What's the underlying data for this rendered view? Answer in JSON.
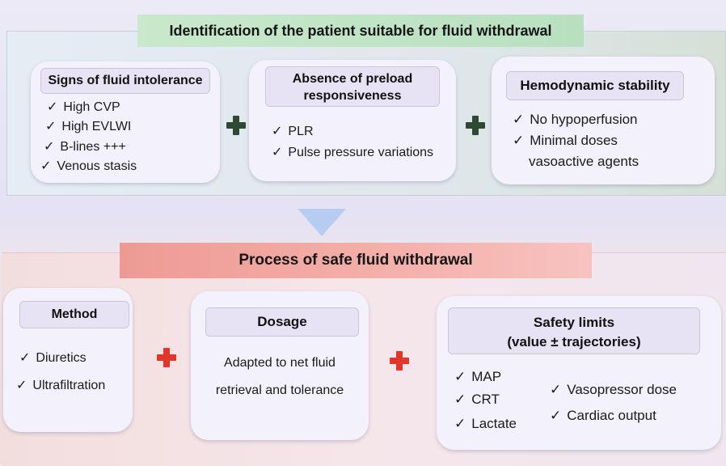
{
  "top": {
    "title": "Identification of the patient suitable for fluid withdrawal",
    "cards": [
      {
        "heading": "Signs of fluid intolerance",
        "items": [
          "High CVP",
          "High EVLWI",
          "B-lines +++",
          "Venous stasis"
        ]
      },
      {
        "heading_line1": "Absence of preload",
        "heading_line2": "responsiveness",
        "items": [
          "PLR",
          "Pulse pressure variations"
        ]
      },
      {
        "heading": "Hemodynamic stability",
        "items": [
          "No hypoperfusion",
          "Minimal doses"
        ],
        "continuation": "vasoactive agents"
      }
    ]
  },
  "bottom": {
    "title": "Process of safe fluid withdrawal",
    "cards": [
      {
        "heading": "Method",
        "items": [
          "Diuretics",
          "Ultrafiltration"
        ]
      },
      {
        "heading": "Dosage",
        "text_line1": "Adapted to net fluid",
        "text_line2": "retrieval and tolerance"
      },
      {
        "heading_line1": "Safety limits",
        "heading_line2": "(value ± trajectories)",
        "items_left": [
          "MAP",
          "CRT",
          "Lactate"
        ],
        "items_right": [
          "Vasopressor dose",
          "Cardiac output"
        ]
      }
    ]
  },
  "check_symbol": "✓",
  "colors": {
    "top_header": "#c3e6c8",
    "bottom_header": "#f2a59f",
    "plus_green": "#2e4a32",
    "plus_red": "#e2362a",
    "arrow": "#b6cdf1"
  }
}
